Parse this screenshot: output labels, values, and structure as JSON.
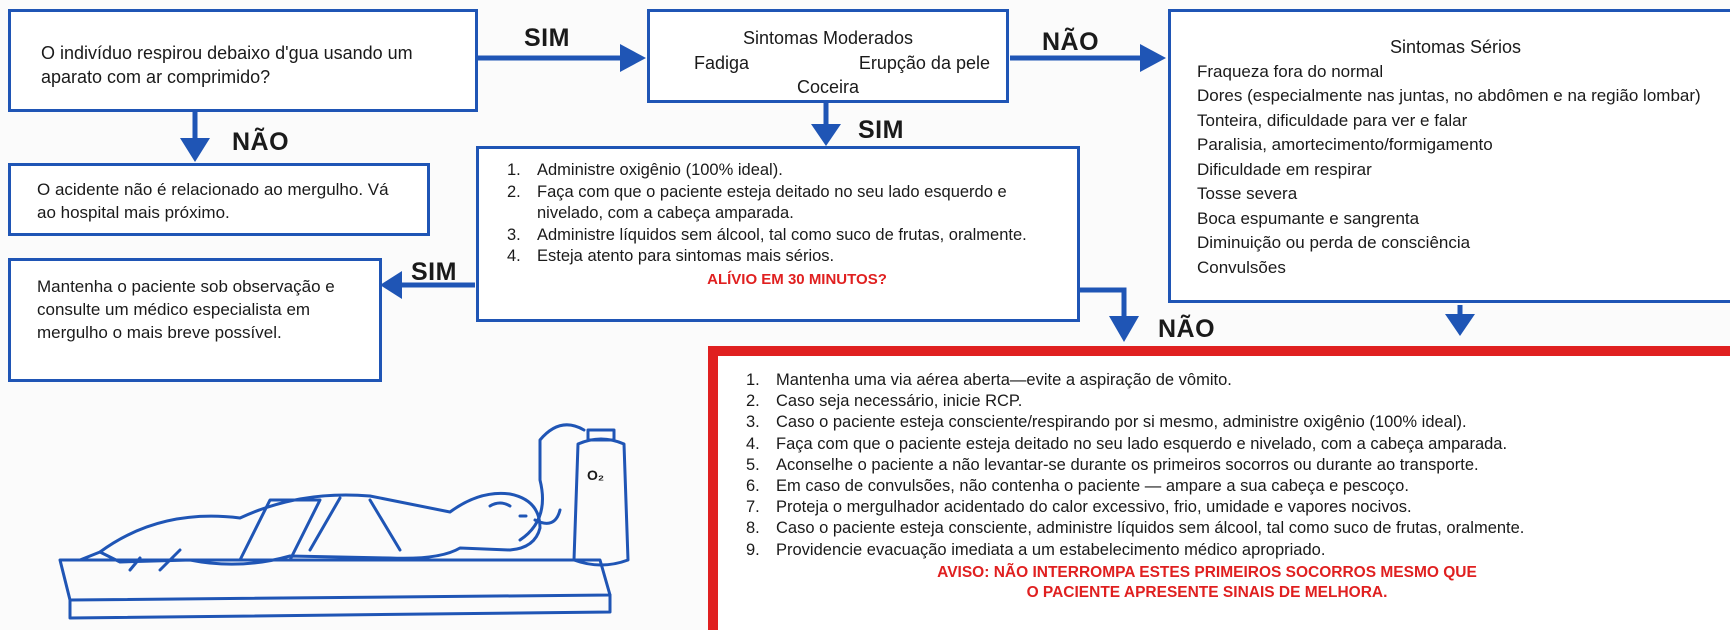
{
  "colors": {
    "flow_blue": "#1f55b5",
    "warning_red": "#e02020"
  },
  "box_question": {
    "text": "O indivíduo respirou debaixo d'gua usando um aparato com ar comprimido?"
  },
  "box_not_diving": {
    "text": "O acidente não é relacionado ao mergulho. Vá ao hospital mais próximo."
  },
  "box_observe": {
    "text": "Mantenha o paciente sob observação e consulte um médico especialista em mergulho o mais breve possível."
  },
  "box_moderate": {
    "title": "Sintomas Moderados",
    "symptom_1": "Fadiga",
    "symptom_2": "Erupção da pele",
    "symptom_3": "Coceira"
  },
  "box_moderate_care": {
    "steps": [
      {
        "num": "1.",
        "text": "Administre oxigênio (100% ideal)."
      },
      {
        "num": "2.",
        "text": "Faça com que o paciente esteja deitado no seu lado esquerdo e nivelado, com a cabeça amparada."
      },
      {
        "num": "3.",
        "text": "Administre líquidos sem álcool, tal como suco de frutas, oralmente."
      },
      {
        "num": "4.",
        "text": "Esteja atento para sintomas mais sérios."
      }
    ],
    "question": "ALÍVIO EM 30 MINUTOS?"
  },
  "box_serious": {
    "title": "Sintomas Sérios",
    "items": [
      "Fraqueza fora do normal",
      "Dores (especialmente nas juntas, no abdômen e na região lombar)",
      "Tonteira, dificuldade para ver e falar",
      "Paralisia, amortecimento/formigamento",
      "Dificuldade em respirar",
      "Tosse severa",
      "Boca espumante e sangrenta",
      "Diminuição ou perda de consciência",
      "Convulsões"
    ]
  },
  "box_serious_care": {
    "steps": [
      {
        "num": "1.",
        "text": "Mantenha uma via aérea aberta—evite a aspiração de vômito."
      },
      {
        "num": "2.",
        "text": "Caso seja necessário, inicie RCP."
      },
      {
        "num": "3.",
        "text": "Caso o paciente esteja consciente/respirando por si mesmo, administre oxigênio (100% ideal)."
      },
      {
        "num": "4.",
        "text": "Faça com que o paciente esteja deitado no seu lado esquerdo e nivelado, com a cabeça amparada."
      },
      {
        "num": "5.",
        "text": "Aconselhe o paciente a não levantar-se durante os primeiros socorros ou durante ao transporte."
      },
      {
        "num": "6.",
        "text": "Em caso de convulsões, não contenha o paciente — ampare a sua cabeça e pescoço."
      },
      {
        "num": "7.",
        "text": "Proteja o mergulhador acidentado do calor excessivo, frio, umidade e vapores nocivos."
      },
      {
        "num": "8.",
        "text": "Caso o paciente esteja consciente, administre líquidos sem álcool, tal como suco de frutas, oralmente."
      },
      {
        "num": "9.",
        "text": "Providencie evacuação imediata a um estabelecimento médico apropriado."
      }
    ],
    "warning_line_1": "AVISO: NÃO INTERROMPA ESTES PRIMEIROS SOCORROS MESMO QUE",
    "warning_line_2": "O PACIENTE APRESENTE SINAIS DE MELHORA."
  },
  "labels": {
    "yes_1": "SIM",
    "no_1": "NÃO",
    "no_2": "NÃO",
    "yes_2": "SIM",
    "yes_3": "SIM",
    "no_3": "NÃO"
  },
  "illustration": {
    "tank_label": "O₂"
  }
}
